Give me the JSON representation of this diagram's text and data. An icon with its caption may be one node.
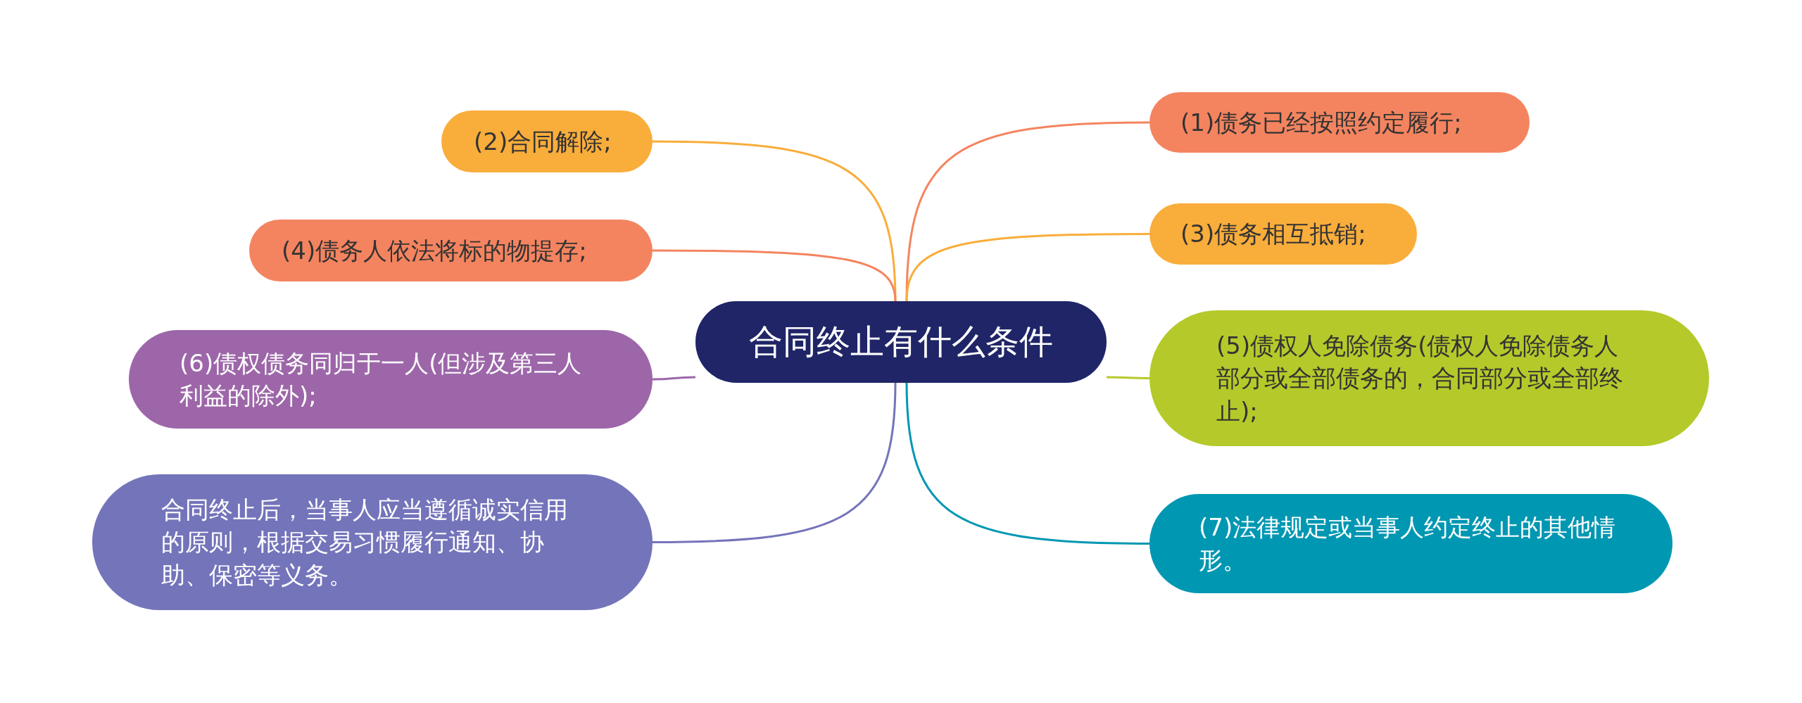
{
  "diagram": {
    "nodes": [
      {
        "text": [
          "合同终止有什么条件"
        ]
      },
      {
        "text": [
          "(1)债务已经按照约定履行;"
        ]
      },
      {
        "text": [
          "(2)合同解除;"
        ]
      },
      {
        "text": [
          "(3)债务相互抵销;"
        ]
      },
      {
        "text": [
          "(4)债务人依法将标的物提存;"
        ]
      },
      {
        "text": [
          "(5)债权人免除债务(债权人免除债务人部分或全部债务的，合同部分或全部终止);"
        ]
      },
      {
        "text": [
          "(6)债权债务同归于一人(但涉及第三人利益的除外);"
        ]
      },
      {
        "text": [
          "(7)法律规定或当事人约定终止的其他情形。"
        ]
      },
      {
        "text": [
          "合同终止后，当事人应当遵循诚实信用的原则，根据交易习惯履行通知、协助、保密等义务。"
        ]
      }
    ],
    "edges": [
      {
        "from": 0,
        "to": 1,
        "arrow": "none",
        "color": "#f4845f"
      },
      {
        "from": 0,
        "to": 2,
        "arrow": "none",
        "color": "#f9ad3b"
      },
      {
        "from": 0,
        "to": 3,
        "arrow": "none",
        "color": "#f9ad3b"
      },
      {
        "from": 0,
        "to": 4,
        "arrow": "none",
        "color": "#f4845f"
      },
      {
        "from": 0,
        "to": 5,
        "arrow": "none",
        "color": "#b5c92a"
      },
      {
        "from": 0,
        "to": 6,
        "arrow": "none",
        "color": "#9d66a9"
      },
      {
        "from": 0,
        "to": 7,
        "arrow": "none",
        "color": "#0097b2"
      },
      {
        "from": 0,
        "to": 8,
        "arrow": "none",
        "color": "#7474bb"
      }
    ]
  }
}
